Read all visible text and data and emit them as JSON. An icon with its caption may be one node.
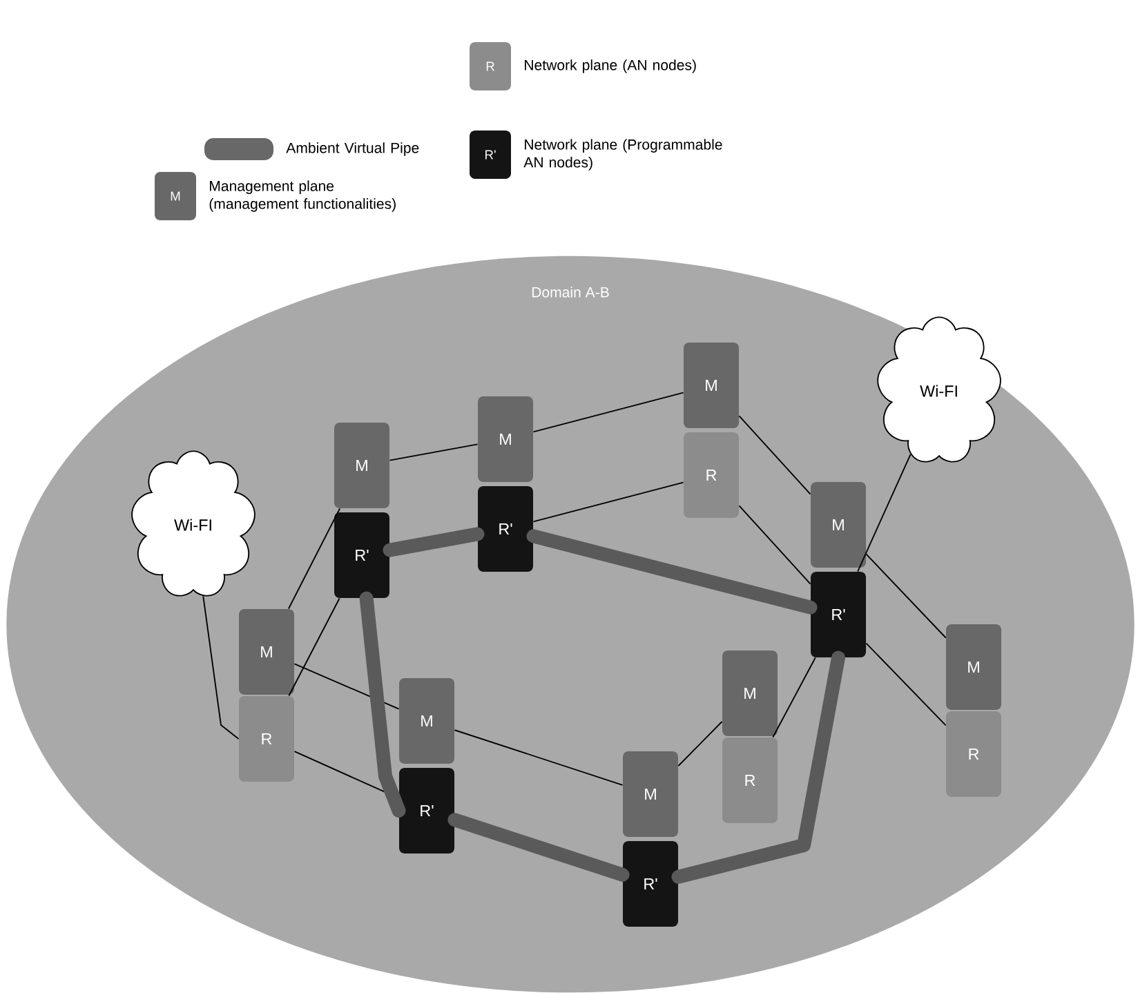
{
  "diagram": {
    "nodes": [
      {
        "text": [
          "Domain A-B"
        ]
      },
      {
        "text": [
          "Wi-FI"
        ],
        "in": 0
      },
      {
        "text": [
          "Wi-FI"
        ],
        "in": 0
      },
      {
        "text": [
          "M"
        ],
        "in": 0
      },
      {
        "text": [
          "R'"
        ],
        "in": 0
      },
      {
        "text": [
          "M"
        ],
        "in": 0
      },
      {
        "text": [
          "R'"
        ],
        "in": 0
      },
      {
        "text": [
          "M"
        ],
        "in": 0
      },
      {
        "text": [
          "R"
        ],
        "in": 0
      },
      {
        "text": [
          "M"
        ],
        "in": 0
      },
      {
        "text": [
          "R'"
        ],
        "in": 0
      },
      {
        "text": [
          "M"
        ],
        "in": 0
      },
      {
        "text": [
          "R"
        ],
        "in": 0
      },
      {
        "text": [
          "M"
        ],
        "in": 0
      },
      {
        "text": [
          "R'"
        ],
        "in": 0
      },
      {
        "text": [
          "M"
        ],
        "in": 0
      },
      {
        "text": [
          "R'"
        ],
        "in": 0
      },
      {
        "text": [
          "M"
        ],
        "in": 0
      },
      {
        "text": [
          "R"
        ],
        "in": 0
      },
      {
        "text": [
          "M"
        ],
        "in": 0
      },
      {
        "text": [
          "R"
        ],
        "in": 0
      }
    ],
    "edges": [
      {
        "from": 3,
        "to": 5,
        "arrow": "none"
      },
      {
        "from": 5,
        "to": 7,
        "arrow": "none"
      },
      {
        "from": 6,
        "to": 8,
        "arrow": "none"
      },
      {
        "from": 3,
        "to": 11,
        "arrow": "none"
      },
      {
        "from": 4,
        "to": 12,
        "arrow": "none"
      },
      {
        "from": 1,
        "to": 12,
        "arrow": "none"
      },
      {
        "from": 11,
        "to": 13,
        "arrow": "none"
      },
      {
        "from": 12,
        "to": 14,
        "arrow": "none"
      },
      {
        "from": 13,
        "to": 15,
        "arrow": "none"
      },
      {
        "from": 15,
        "to": 17,
        "arrow": "none"
      },
      {
        "from": 18,
        "to": 10,
        "arrow": "none"
      },
      {
        "from": 7,
        "to": 9,
        "arrow": "none"
      },
      {
        "from": 8,
        "to": 10,
        "arrow": "none"
      },
      {
        "from": 2,
        "to": 10,
        "arrow": "none"
      },
      {
        "from": 9,
        "to": 19,
        "arrow": "none"
      },
      {
        "from": 10,
        "to": 20,
        "arrow": "none"
      },
      {
        "from": 4,
        "to": 6,
        "arrow": "none",
        "style": "thick",
        "color": "#5a5a5a"
      },
      {
        "from": 6,
        "to": 10,
        "arrow": "none",
        "style": "thick",
        "color": "#5a5a5a"
      },
      {
        "from": 4,
        "to": 14,
        "arrow": "none",
        "style": "thick",
        "color": "#5a5a5a"
      },
      {
        "from": 14,
        "to": 16,
        "arrow": "none",
        "style": "thick",
        "color": "#5a5a5a"
      },
      {
        "from": 16,
        "to": 10,
        "arrow": "none",
        "style": "thick",
        "color": "#5a5a5a"
      }
    ],
    "labels": [
      "R",
      "M",
      "R'"
    ],
    "legend": [
      {
        "text": "Network plane (AN nodes)"
      },
      {
        "text": "Ambient Virtual Pipe"
      },
      {
        "text": "Management plane (management functionalities)"
      },
      {
        "text": "Network plane (Programmable AN nodes)"
      }
    ]
  }
}
